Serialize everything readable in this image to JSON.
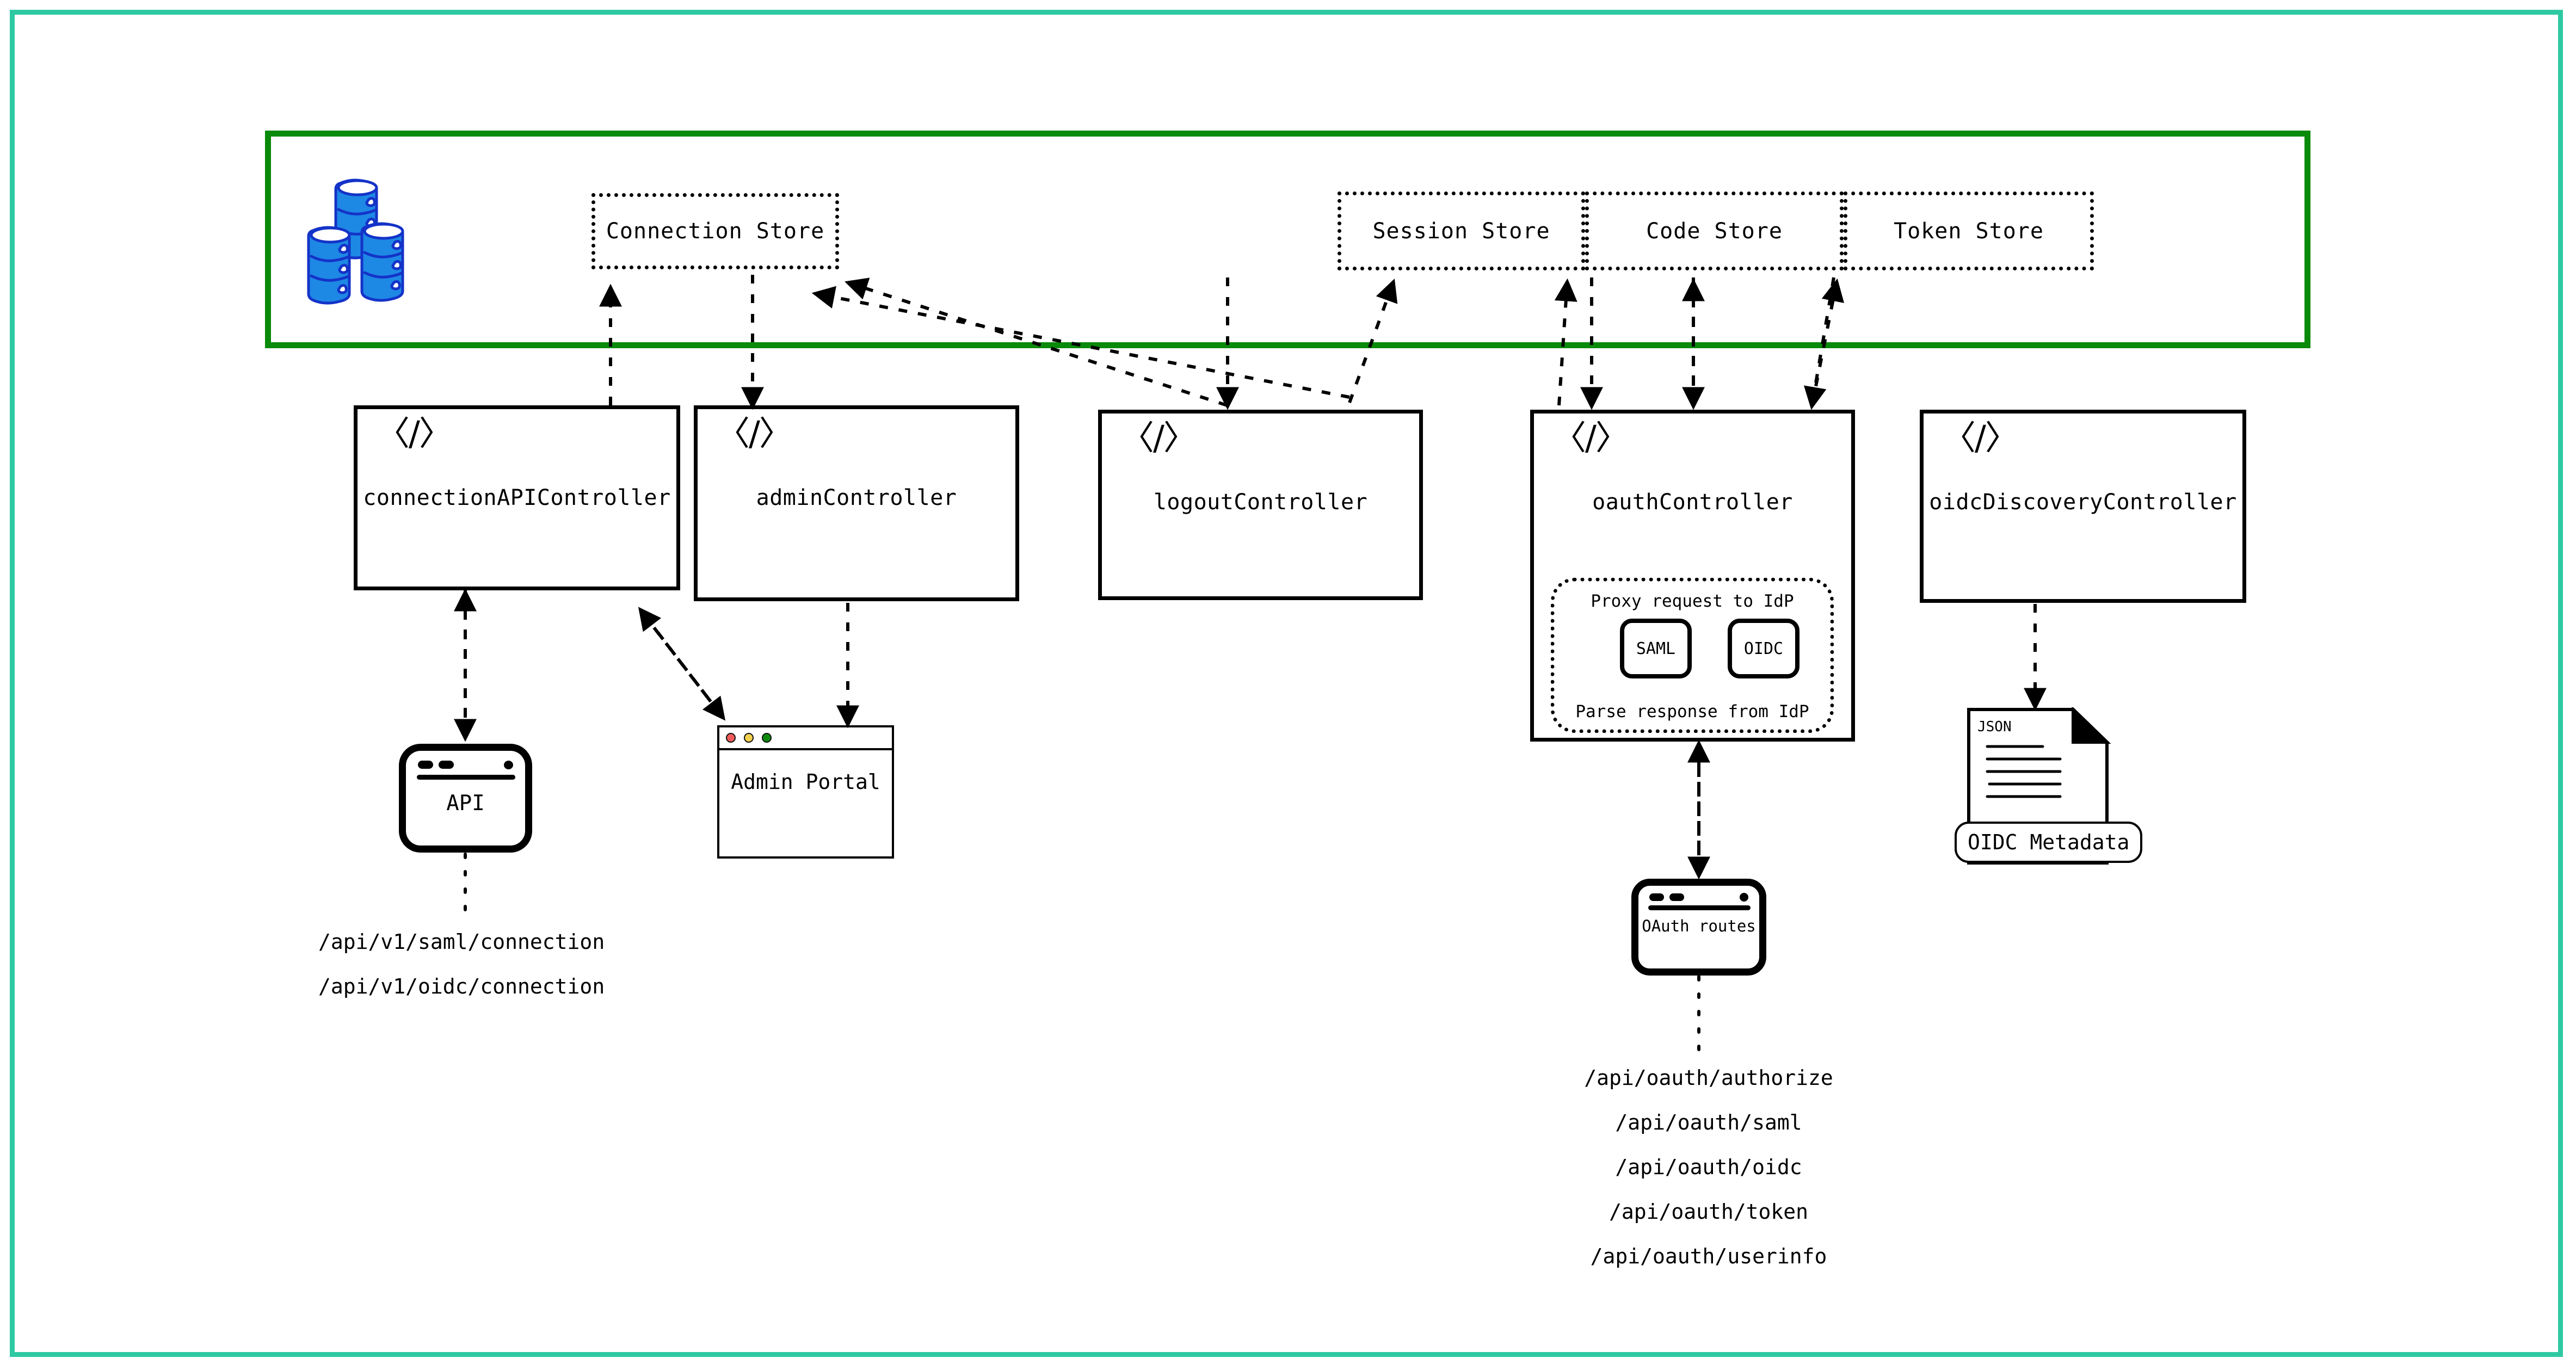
{
  "frame": {
    "outer_border_color": "#2ec9a3",
    "container_border_color": "#0a8a0a"
  },
  "storage": {
    "db_icon": "database-cylinders-icon",
    "stores": [
      {
        "label": "Connection Store"
      },
      {
        "label": "Session Store"
      },
      {
        "label": "Code Store"
      },
      {
        "label": "Token Store"
      }
    ]
  },
  "controllers": [
    {
      "icon": "code-tag-icon",
      "icon_glyph": "〈/〉",
      "label": "connectionAPIController"
    },
    {
      "icon": "code-tag-icon",
      "icon_glyph": "〈/〉",
      "label": "adminController"
    },
    {
      "icon": "code-tag-icon",
      "icon_glyph": "〈/〉",
      "label": "logoutController"
    },
    {
      "icon": "code-tag-icon",
      "icon_glyph": "〈/〉",
      "label": "oauthController"
    },
    {
      "icon": "code-tag-icon",
      "icon_glyph": "〈/〉",
      "label": "oidcDiscoveryController"
    }
  ],
  "idp_panel": {
    "top_label": "Proxy request to IdP",
    "bottom_label": "Parse response from IdP",
    "protocols": [
      {
        "label": "SAML"
      },
      {
        "label": "OIDC"
      }
    ]
  },
  "clients": {
    "api": {
      "label": "API",
      "icon": "api-device-icon"
    },
    "admin_portal": {
      "label": "Admin Portal",
      "icon": "browser-window-icon",
      "traffic_lights": [
        "#f15b5b",
        "#f2d14f",
        "#0d8a0d"
      ]
    },
    "oauth_routes": {
      "label": "OAuth routes",
      "icon": "routes-device-icon"
    },
    "oidc_metadata": {
      "label": "OIDC Metadata",
      "doc_label": "JSON",
      "icon": "json-document-icon"
    }
  },
  "endpoints": {
    "connection": [
      "/api/v1/saml/connection",
      "/api/v1/oidc/connection"
    ],
    "oauth": [
      "/api/oauth/authorize",
      "/api/oauth/saml",
      "/api/oauth/oidc",
      "/api/oauth/token",
      "/api/oauth/userinfo"
    ]
  }
}
